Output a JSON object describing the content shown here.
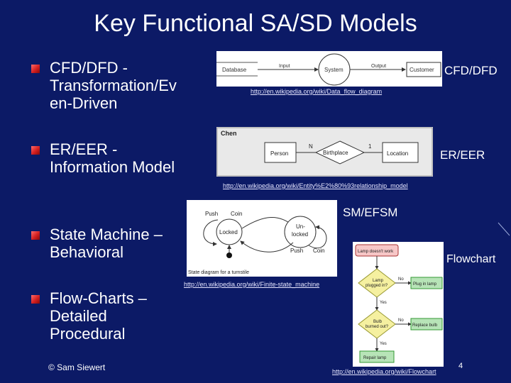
{
  "title": "Key Functional SA/SD Models",
  "bullets": [
    {
      "lines": [
        "CFD/DFD -",
        "Transformation/Ev",
        "en-Driven"
      ]
    },
    {
      "lines": [
        "ER/EER -",
        "Information Model"
      ]
    },
    {
      "lines": [
        "State Machine –",
        "Behavioral"
      ]
    },
    {
      "lines": [
        "Flow-Charts –",
        "Detailed",
        "Procedural"
      ]
    }
  ],
  "captions": {
    "dfd": "CFD/DFD",
    "er": "ER/EER",
    "sm": "SM/EFSM",
    "flow": "Flowchart"
  },
  "urls": {
    "dfd": "http://en.wikipedia.org/wiki/Data_flow_diagram",
    "er": "http://en.wikipedia.org/wiki/Entity%E2%80%93relationship_model",
    "sm": "http://en.wikipedia.org/wiki/Finite-state_machine",
    "flow": "http://en.wikipedia.org/wiki/Flowchart"
  },
  "dfd_diagram": {
    "database": "Database",
    "input": "Input",
    "system": "System",
    "output": "Output",
    "customer": "Customer"
  },
  "er_diagram": {
    "label": "Chen",
    "entity1": "Person",
    "card1": "N",
    "relationship": "Birthplace",
    "card2": "1",
    "entity2": "Location"
  },
  "sm_diagram": {
    "push1": "Push",
    "coin1": "Coin",
    "locked": "Locked",
    "unlocked1": "Un-",
    "unlocked2": "locked",
    "push2": "Push",
    "coin2": "Coin",
    "caption": "State diagram for a turnstile"
  },
  "flow_diagram": {
    "start": "Lamp doesn't work",
    "q1a": "Lamp",
    "q1b": "plugged in?",
    "no1": "No",
    "act1": "Plug in lamp",
    "yes1": "Yes",
    "q2a": "Bulb",
    "q2b": "burned out?",
    "no2": "No",
    "act2": "Replace bulb",
    "yes2": "Yes",
    "end": "Repair lamp"
  },
  "footer": {
    "author": "© Sam Siewert",
    "page": "4"
  },
  "colors": {
    "background": "#0c1a66",
    "bullet": "#d42020"
  }
}
